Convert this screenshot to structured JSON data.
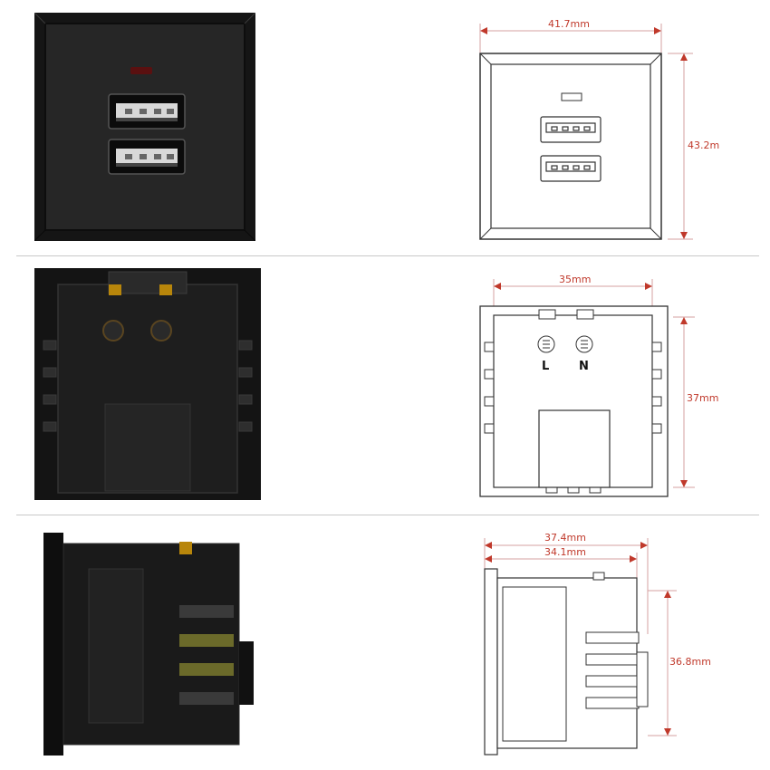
{
  "front": {
    "width_label": "41.7mm",
    "height_label": "43.2mm"
  },
  "back": {
    "width_label": "35mm",
    "height_label": "37mm",
    "terminal_l": "L",
    "terminal_n": "N"
  },
  "side": {
    "outer_width_label": "37.4mm",
    "inner_width_label": "34.1mm",
    "height_label": "36.8mm"
  },
  "colors": {
    "dimension": "#c0392b",
    "line": "#d6a0a0",
    "module": "#1a1a1a",
    "drawing_stroke": "#333333"
  }
}
